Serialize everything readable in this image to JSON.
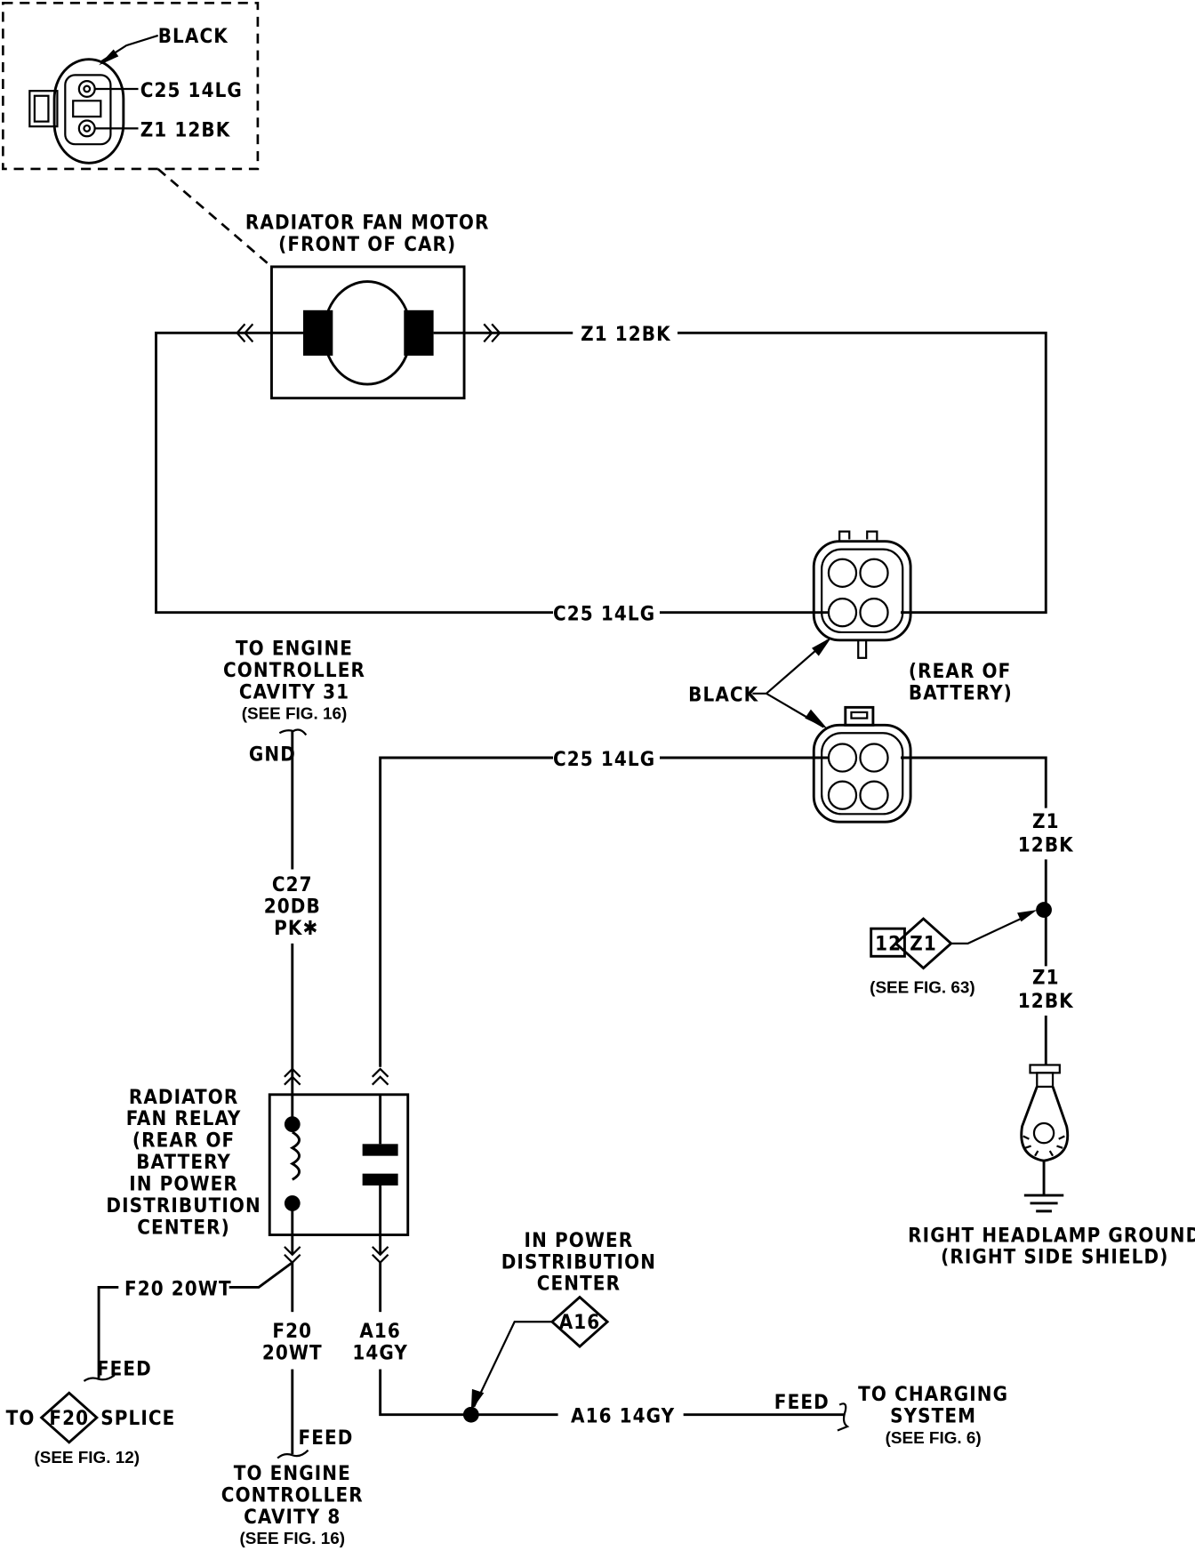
{
  "diagram": {
    "title": "Radiator Fan Motor Circuit",
    "connector_detail": {
      "color_label": "BLACK",
      "pin1": "C25 14LG",
      "pin2": "Z1 12BK"
    },
    "fan_motor": {
      "label_line1": "RADIATOR FAN MOTOR",
      "label_line2": "(FRONT OF CAR)"
    },
    "wires": {
      "z1_top": "Z1 12BK",
      "c25_upper": "C25 14LG",
      "c25_lower": "C25 14LG",
      "z1_right_1_a": "Z1",
      "z1_right_1_b": "12BK",
      "z1_right_2_a": "Z1",
      "z1_right_2_b": "12BK",
      "c27_a": "C27",
      "c27_b": "20DB",
      "c27_c": "PK✱",
      "gnd": "GND",
      "f20_horizontal": "F20 20WT",
      "f20_vertical_a": "F20",
      "f20_vertical_b": "20WT",
      "a16_vertical_a": "A16",
      "a16_vertical_b": "14GY",
      "a16_horizontal": "A16 14GY"
    },
    "battery_connectors": {
      "color_label": "BLACK",
      "location_line1": "(REAR OF",
      "location_line2": "BATTERY)"
    },
    "engine_controller_31": {
      "line1": "TO ENGINE",
      "line2": "CONTROLLER",
      "line3": "CAVITY 31",
      "ref": "(SEE FIG. 16)"
    },
    "splice_z1": {
      "box_label": "12",
      "diamond_label": "Z1",
      "ref": "(SEE FIG. 63)"
    },
    "headlamp_ground": {
      "line1": "RIGHT HEADLAMP GROUND",
      "line2": "(RIGHT SIDE SHIELD)"
    },
    "relay": {
      "line1": "RADIATOR",
      "line2": "FAN RELAY",
      "line3": "(REAR OF",
      "line4": "BATTERY",
      "line5": "IN POWER",
      "line6": "DISTRIBUTION",
      "line7": "CENTER)"
    },
    "pdc": {
      "line1": "IN POWER",
      "line2": "DISTRIBUTION",
      "line3": "CENTER",
      "diamond_label": "A16"
    },
    "f20_splice": {
      "feed": "FEED",
      "prefix": "TO",
      "diamond_label": "F20",
      "suffix": "SPLICE",
      "ref": "(SEE FIG. 12)"
    },
    "engine_controller_8": {
      "feed": "FEED",
      "line1": "TO ENGINE",
      "line2": "CONTROLLER",
      "line3": "CAVITY 8",
      "ref": "(SEE FIG. 16)"
    },
    "charging": {
      "feed": "FEED",
      "line1": "TO CHARGING",
      "line2": "SYSTEM",
      "ref": "(SEE FIG. 6)"
    }
  }
}
